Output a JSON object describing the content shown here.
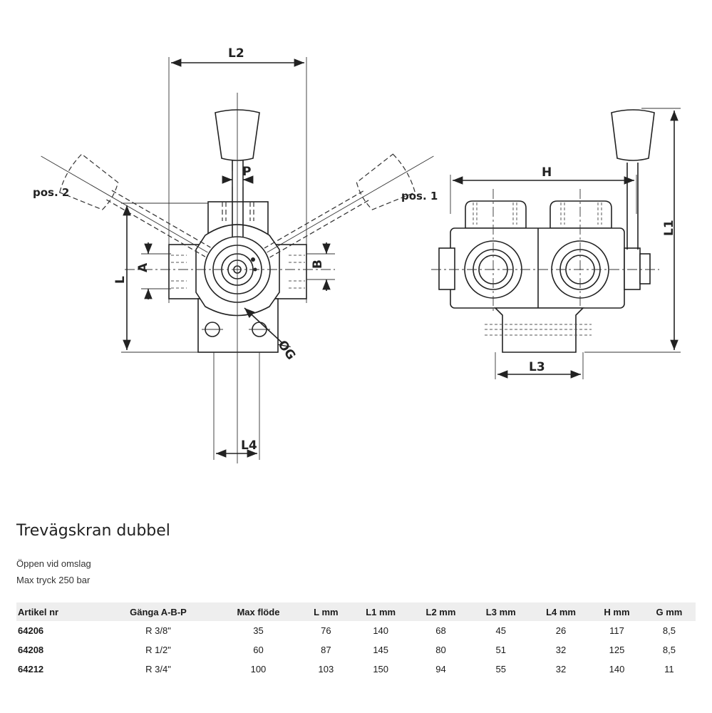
{
  "drawing": {
    "labels": {
      "l2": "L2",
      "p": "P",
      "pos2": "pos. 2",
      "pos1": "pos. 1",
      "a": "A",
      "b": "B",
      "l": "L",
      "g": "ØG",
      "l4": "L4",
      "h": "H",
      "l1": "L1",
      "l3": "L3"
    }
  },
  "product": {
    "title": "Trevägskran dubbel",
    "desc1": "Öppen vid omslag",
    "desc2": "Max tryck 250 bar"
  },
  "table": {
    "headers": [
      "Artikel nr",
      "Gänga A-B-P",
      "Max flöde",
      "L mm",
      "L1 mm",
      "L2 mm",
      "L3 mm",
      "L4 mm",
      "H mm",
      "G mm"
    ],
    "rows": [
      [
        "64206",
        "R  3/8\"",
        "35",
        "76",
        "140",
        "68",
        "45",
        "26",
        "117",
        "8,5"
      ],
      [
        "64208",
        "R  1/2\"",
        "60",
        "87",
        "145",
        "80",
        "51",
        "32",
        "125",
        "8,5"
      ],
      [
        "64212",
        "R  3/4\"",
        "100",
        "103",
        "150",
        "94",
        "55",
        "32",
        "140",
        "11"
      ]
    ]
  }
}
